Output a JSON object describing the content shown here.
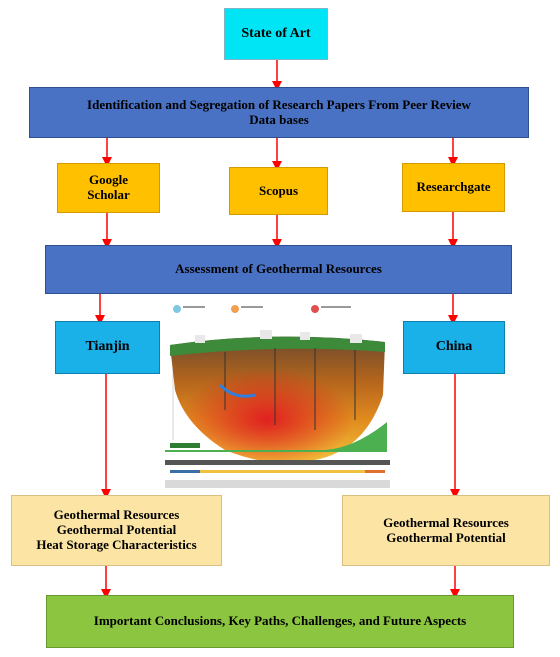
{
  "nodes": {
    "state_of_art": "State of Art",
    "identification": [
      "Identification and Segregation of Research Papers From Peer Review",
      "Data bases"
    ],
    "google_scholar": [
      "Google",
      "Scholar"
    ],
    "scopus": "Scopus",
    "researchgate": "Researchgate",
    "assessment": "Assessment of Geothermal Resources",
    "tianjin": "Tianjin",
    "china": "China",
    "tianjin_outputs": [
      "Geothermal Resources",
      "Geothermal Potential",
      "Heat Storage Characteristics"
    ],
    "china_outputs": [
      "Geothermal Resources",
      "Geothermal Potential"
    ],
    "conclusions": "Important Conclusions, Key Paths, Challenges, and Future Aspects"
  },
  "colors": {
    "arrow": "#ff0000",
    "cyan": "#00e5f5",
    "blue": "#4a72c4",
    "gold": "#ffc000",
    "sky": "#1ab0e8",
    "cream": "#fce5a4",
    "green": "#8cc540"
  }
}
